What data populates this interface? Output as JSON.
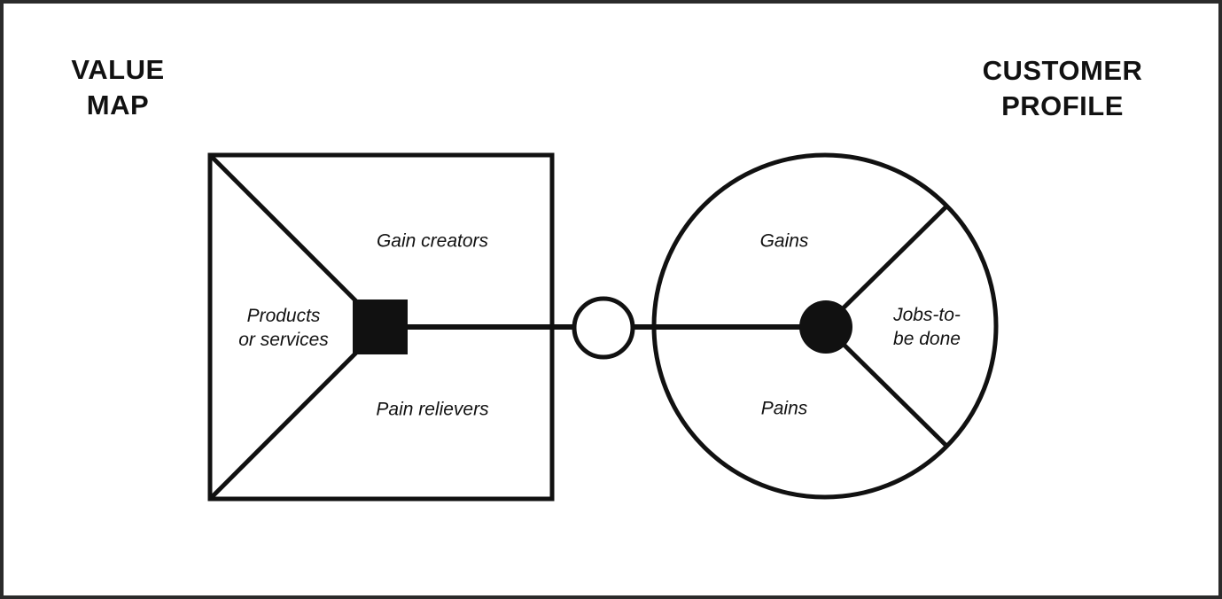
{
  "colors": {
    "background": "#ffffff",
    "frame": "#2b2b2b",
    "ink": "#111111"
  },
  "value_map": {
    "title": "VALUE\nMAP",
    "labels": {
      "gain_creators": "Gain creators",
      "products_or_services": "Products\nor services",
      "pain_relievers": "Pain relievers"
    }
  },
  "customer_profile": {
    "title": "CUSTOMER\nPROFILE",
    "labels": {
      "gains": "Gains",
      "jobs_to_be_done": "Jobs-to-\nbe done",
      "pains": "Pains"
    }
  }
}
